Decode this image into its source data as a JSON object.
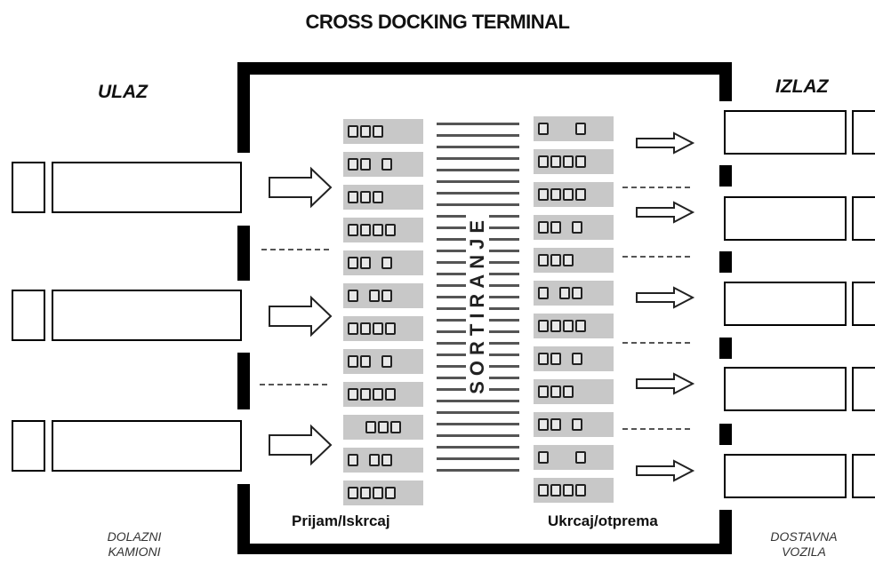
{
  "title": "CROSS DOCKING TERMINAL",
  "left_label": "ULAZ",
  "right_label": "IZLAZ",
  "left_bottom_label_line1": "DOLAZNI",
  "left_bottom_label_line2": "KAMIONI",
  "right_bottom_label_line1": "DOSTAVNA",
  "right_bottom_label_line2": "VOZILA",
  "zone_left": "Prijam/Iskrcaj",
  "zone_right": "Ukrcaj/otprema",
  "sorting_label": "SORTIRANJE",
  "colors": {
    "wall": "#000000",
    "pallet": "#c8c8c8",
    "arrow": "#ffffff"
  }
}
